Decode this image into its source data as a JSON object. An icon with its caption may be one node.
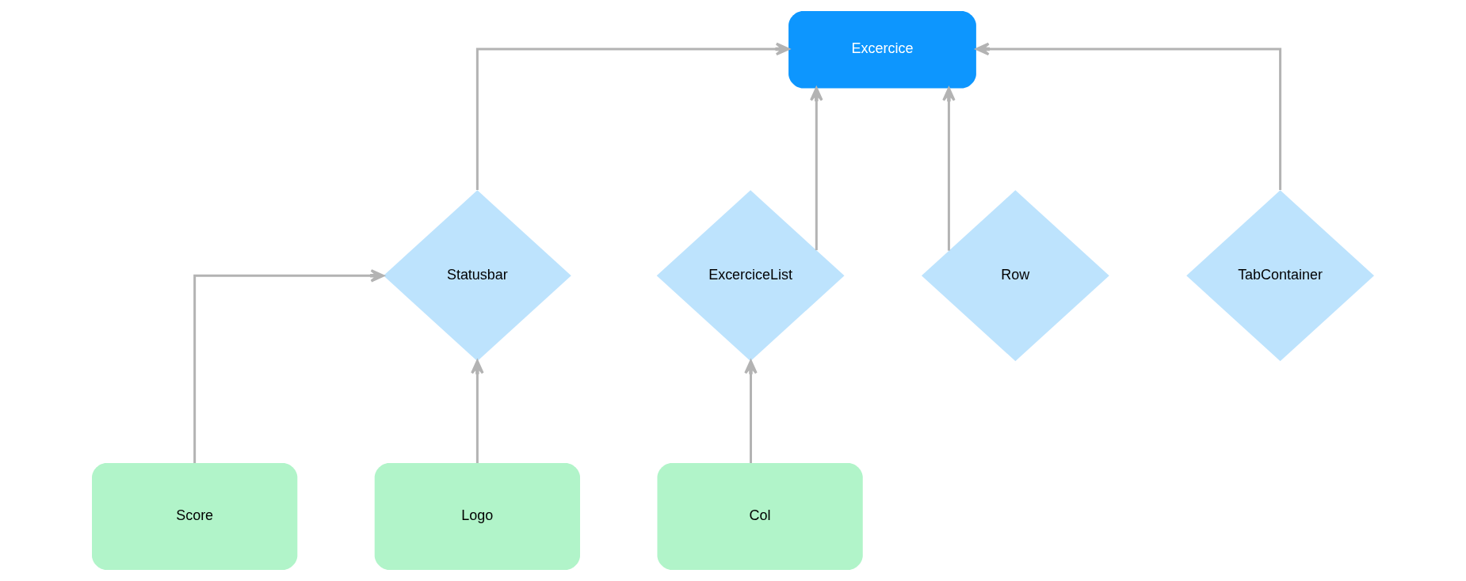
{
  "diagram": {
    "nodes": [
      {
        "text": [
          "Excercice"
        ]
      },
      {
        "text": [
          "Statusbar"
        ]
      },
      {
        "text": [
          "ExcerciceList"
        ]
      },
      {
        "text": [
          "Row"
        ]
      },
      {
        "text": [
          "TabContainer"
        ]
      },
      {
        "text": [
          "Score"
        ]
      },
      {
        "text": [
          "Logo"
        ]
      },
      {
        "text": [
          "Col"
        ]
      }
    ],
    "edges": [
      {
        "from": 1,
        "to": 0,
        "arrow": "to"
      },
      {
        "from": 2,
        "to": 0,
        "arrow": "to"
      },
      {
        "from": 3,
        "to": 0,
        "arrow": "to"
      },
      {
        "from": 4,
        "to": 0,
        "arrow": "to"
      },
      {
        "from": 5,
        "to": 1,
        "arrow": "to"
      },
      {
        "from": 6,
        "to": 1,
        "arrow": "to"
      },
      {
        "from": 7,
        "to": 2,
        "arrow": "to"
      }
    ]
  }
}
